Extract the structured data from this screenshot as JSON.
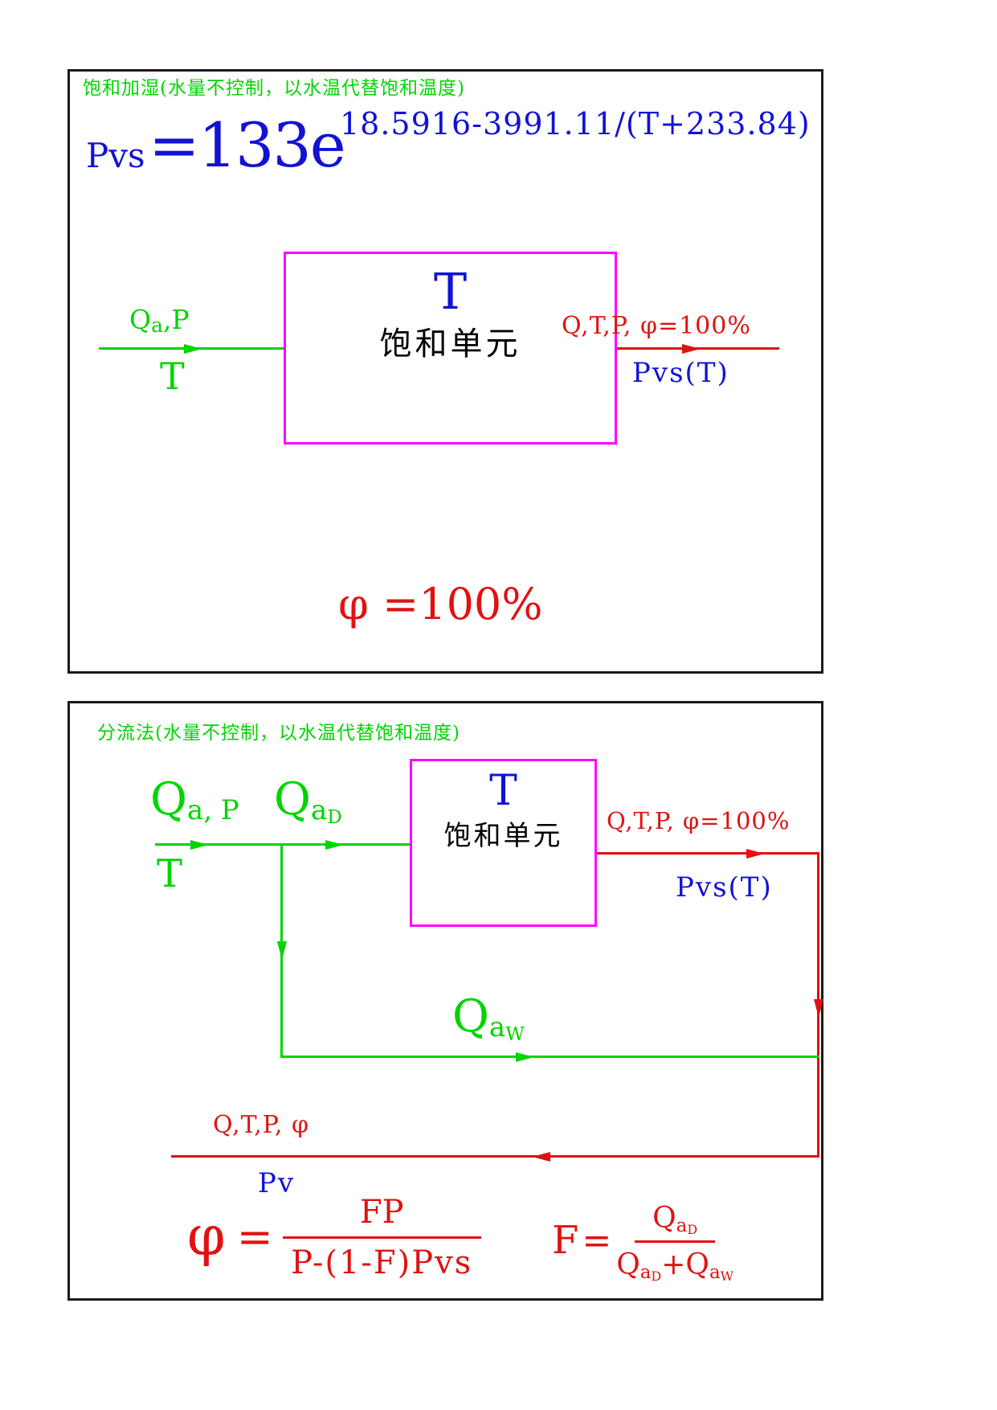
{
  "colors": {
    "green": "#00d500",
    "blue": "#1212d4",
    "red": "#e01212",
    "magenta": "#ff00ff",
    "ink": "#000000"
  },
  "panel1": {
    "title": "饱和加湿(水量不控制，以水温代替饱和温度)",
    "formula": {
      "lhs": "Pvs",
      "eq": "=",
      "coef": "133",
      "base": "e",
      "exponent": "18.5916-3991.11/(T+233.84)"
    },
    "box": {
      "symbol": "T",
      "name": "饱和单元"
    },
    "inlet": {
      "q": "Q",
      "s1": "a",
      "rest": ",P",
      "below": "T"
    },
    "outlet": {
      "above": "Q,T,P, φ=100%",
      "below": "Pvs(T)"
    },
    "result": "φ =100%"
  },
  "panel2": {
    "title": "分流法(水量不控制，以水温代替饱和温度)",
    "inlet": {
      "q": "Q",
      "s1": "a",
      "rest": ", P",
      "below": "T"
    },
    "branch_dry": {
      "q": "Q",
      "s1": "a",
      "s2": "D"
    },
    "branch_wet": {
      "q": "Q",
      "s1": "a",
      "s2": "W"
    },
    "box": {
      "symbol": "T",
      "name": "饱和单元"
    },
    "outlet": {
      "above": "Q,T,P, φ=100%",
      "below": "Pvs(T)"
    },
    "return_flow": {
      "above": "Q,T,P, φ",
      "below": "Pv"
    },
    "formula_phi": {
      "lhs": "φ",
      "eq": "=",
      "num": "FP",
      "den": "P-(1-F)Pvs"
    },
    "formula_f": {
      "lhs": "F",
      "eq": "=",
      "num": {
        "q": "Q",
        "s1": "a",
        "s2": "D"
      },
      "den_left": {
        "q": "Q",
        "s1": "a",
        "s2": "D"
      },
      "plus": "+",
      "den_right": {
        "q": "Q",
        "s1": "a",
        "s2": "W"
      }
    }
  }
}
